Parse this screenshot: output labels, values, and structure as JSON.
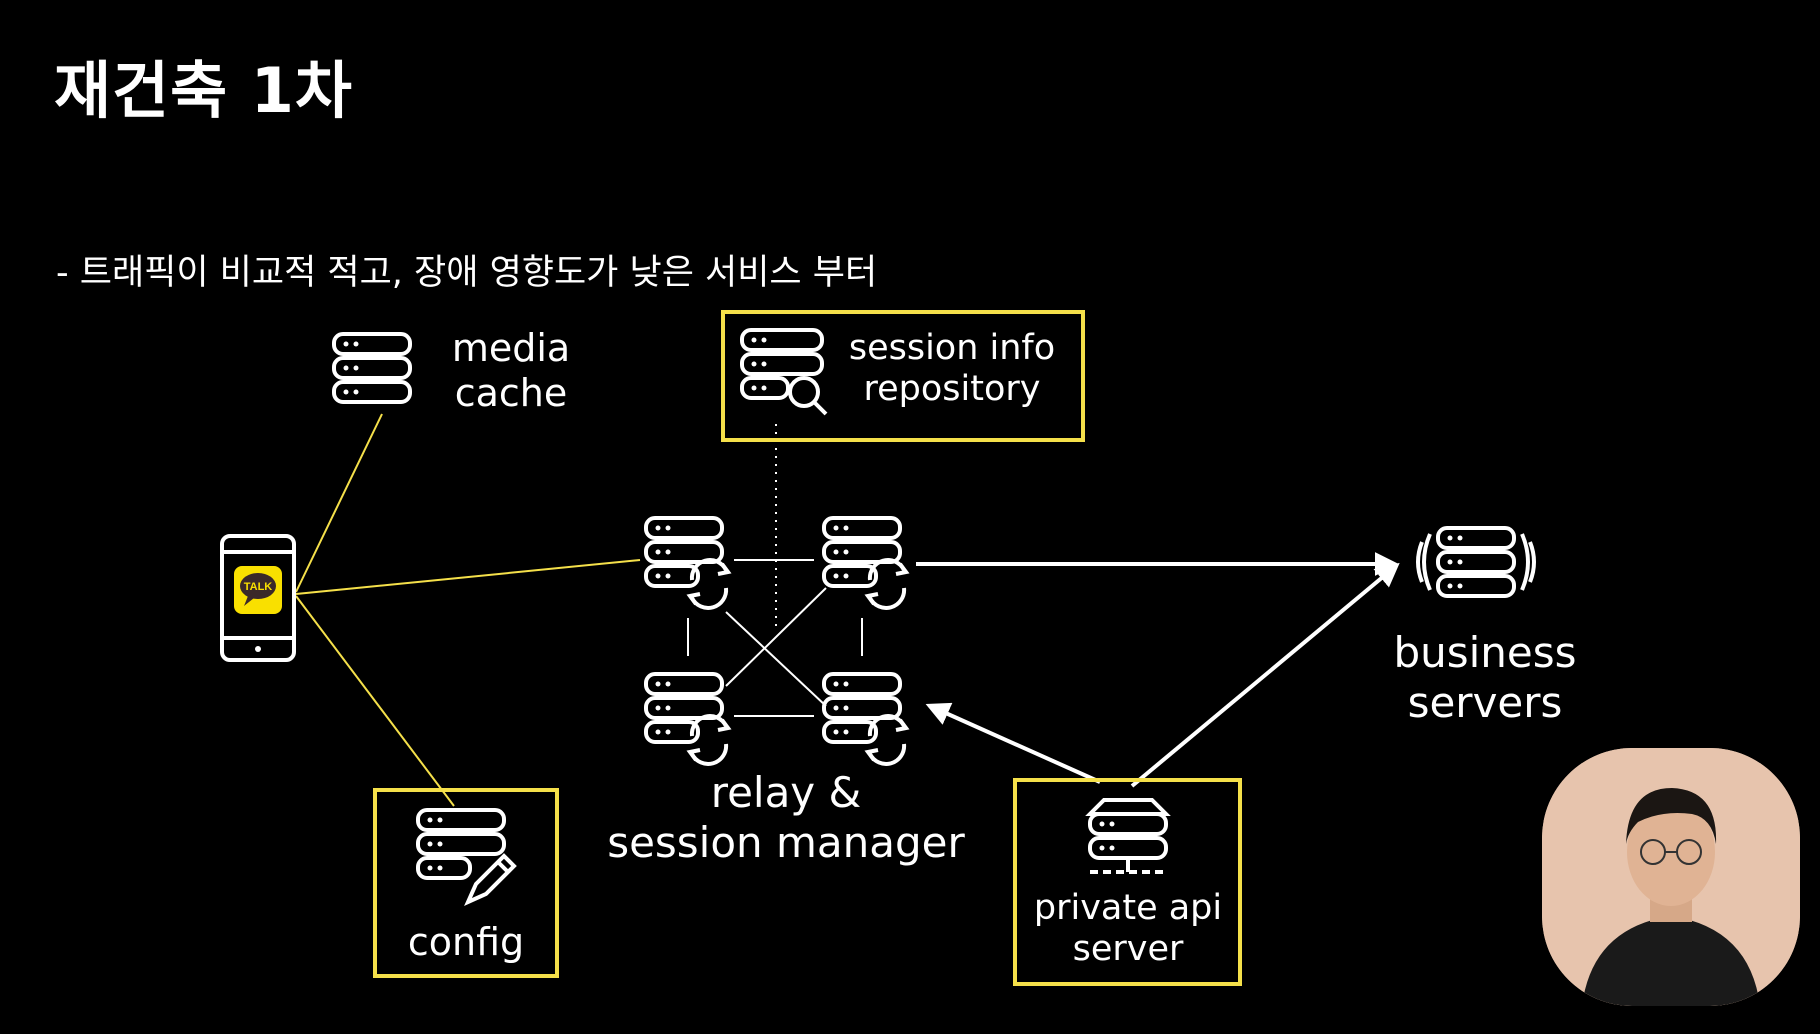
{
  "slide": {
    "title": "재건축 1차",
    "bullet": "-  트래픽이 비교적 적고, 장애 영향도가 낮은 서비스 부터"
  },
  "nodes": {
    "media_cache": "media\ncache",
    "session_info": "session  info\nrepository",
    "config": "config",
    "relay": "relay &\nsession manager",
    "business": "business\nservers",
    "private_api": "private api\nserver",
    "talk_badge": "TALK"
  },
  "colors": {
    "background": "#000000",
    "highlight_yellow": "#f5e04a",
    "kakao_yellow": "#f9e000",
    "line": "#ffffff"
  }
}
